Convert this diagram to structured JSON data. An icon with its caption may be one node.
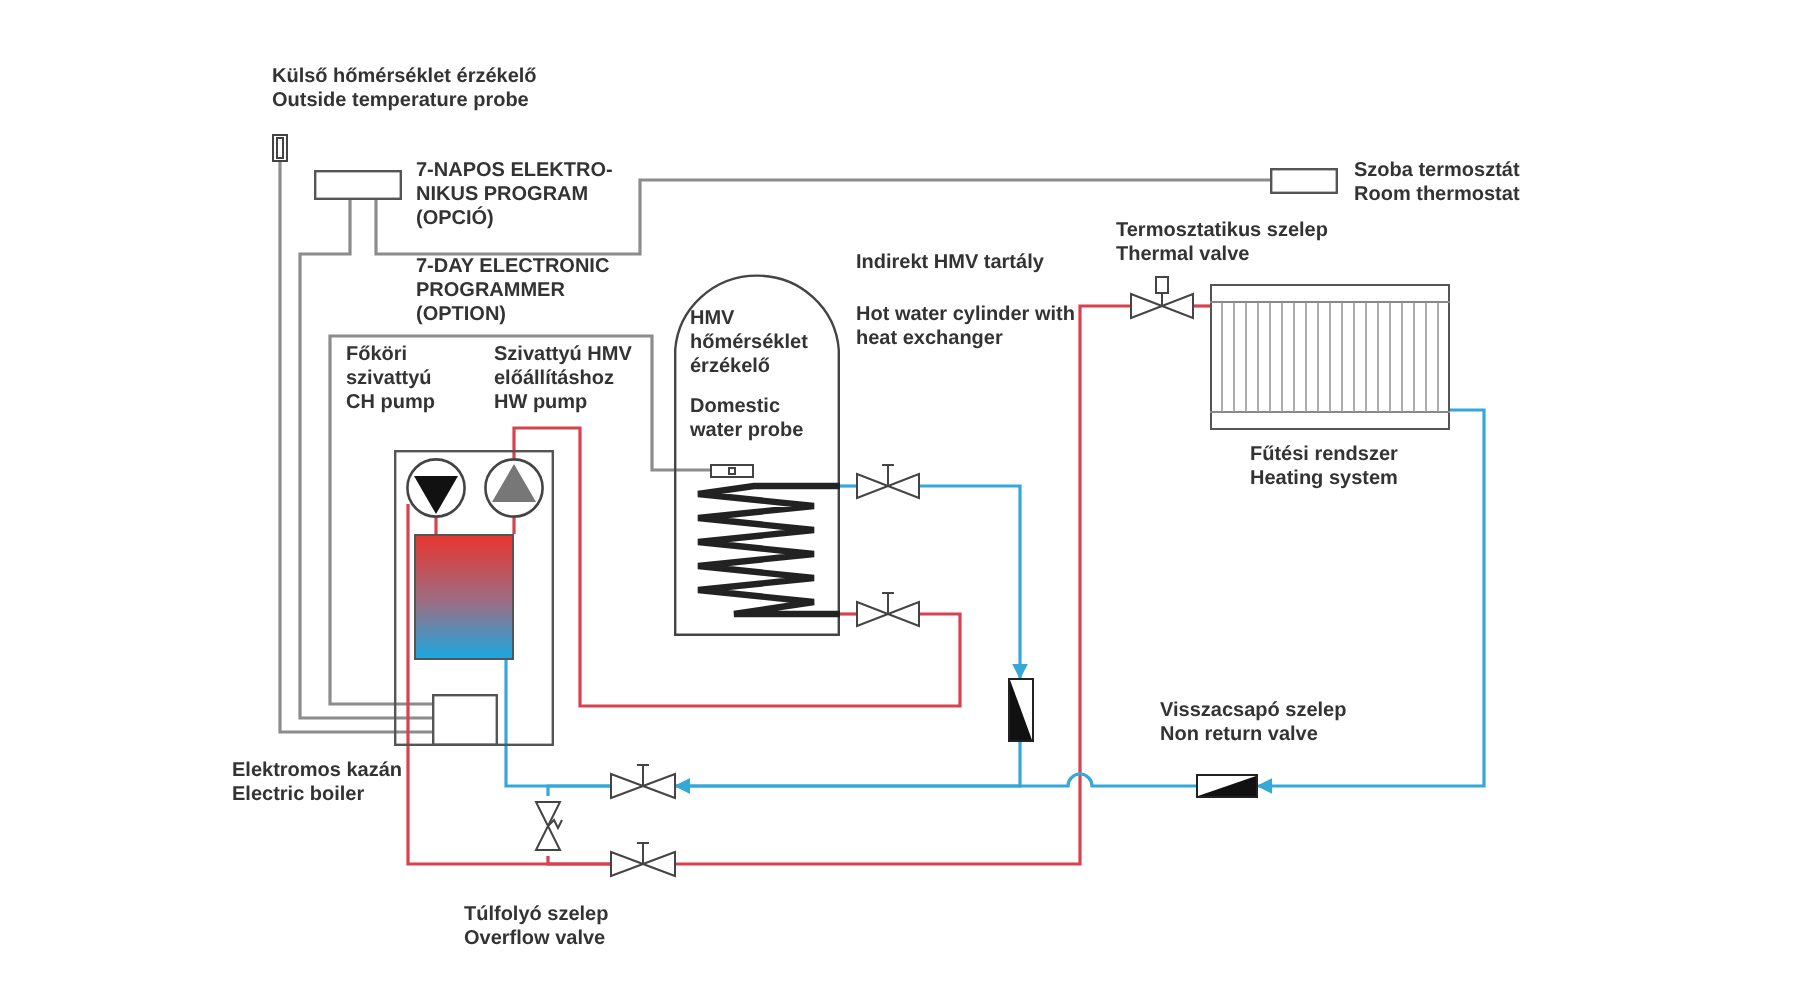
{
  "diagram": {
    "nodes": [
      {
        "text": [
          "Külső hőmérséklet érzékelő",
          "Outside temperature probe"
        ]
      },
      {
        "text": [
          "7-NAPOS ELEKTRO- NIKUS PROGRAM (OPCIÓ)",
          "7-DAY ELECTRONIC PROGRAMMER (OPTION)"
        ]
      },
      {
        "text": [
          "Szoba termosztát",
          "Room thermostat"
        ]
      },
      {
        "text": [
          "Elektromos kazán",
          "Electric boiler"
        ]
      },
      {
        "text": [
          "Főköri szivattyú",
          "CH pump"
        ],
        "in": 3
      },
      {
        "text": [
          "Szivattyú HMV előállításhoz",
          "HW pump"
        ],
        "in": 3
      },
      {
        "text": [],
        "shape": "box",
        "in": 3
      },
      {
        "text": [],
        "shape": "box",
        "in": 3
      },
      {
        "text": [
          "Indirekt HMV tartály",
          "Hot water cylinder with heat exchanger"
        ]
      },
      {
        "text": [
          "HMV hőmérséklet érzékelő",
          "Domestic water probe"
        ],
        "in": 8
      },
      {
        "text": [
          "Termosztatikus szelep",
          "Thermal valve"
        ]
      },
      {
        "text": [
          "Fűtési rendszer",
          "Heating system"
        ]
      },
      {
        "text": [
          "Visszacsapó szelep",
          "Non return valve"
        ]
      },
      {
        "text": [
          "Túlfolyó szelep",
          "Overflow valve"
        ]
      },
      {
        "text": [],
        "shape": "valve"
      },
      {
        "text": [],
        "shape": "valve"
      },
      {
        "text": [],
        "shape": "valve"
      },
      {
        "text": [],
        "shape": "valve"
      },
      {
        "text": [],
        "shape": "valve"
      }
    ],
    "edges": [
      {
        "from": 0,
        "to": 7,
        "arrow": "none",
        "color": "#8c8c8c"
      },
      {
        "from": 1,
        "to": 7,
        "arrow": "none",
        "color": "#8c8c8c"
      },
      {
        "from": 2,
        "to": 1,
        "arrow": "none",
        "color": "#8c8c8c"
      },
      {
        "from": 9,
        "to": 7,
        "arrow": "none",
        "color": "#8c8c8c"
      },
      {
        "from": 6,
        "to": 4,
        "arrow": "none",
        "color": "#d8414e"
      },
      {
        "from": 6,
        "to": 5,
        "arrow": "none",
        "color": "#d8414e"
      },
      {
        "from": 4,
        "to": 17,
        "arrow": "none",
        "color": "#d8414e"
      },
      {
        "from": 17,
        "to": 10,
        "arrow": "none",
        "color": "#d8414e"
      },
      {
        "from": 10,
        "to": 11,
        "arrow": "none",
        "color": "#d8414e"
      },
      {
        "from": 11,
        "to": 12,
        "arrow": "to",
        "color": "#36a7d9"
      },
      {
        "from": 12,
        "to": 16,
        "arrow": "to",
        "color": "#36a7d9"
      },
      {
        "from": 16,
        "to": 6,
        "arrow": "none",
        "color": "#36a7d9"
      },
      {
        "from": 5,
        "to": 15,
        "arrow": "none",
        "color": "#d8414e"
      },
      {
        "from": 15,
        "to": 8,
        "arrow": "none",
        "color": "#d8414e"
      },
      {
        "from": 8,
        "to": 14,
        "arrow": "none",
        "color": "#36a7d9"
      },
      {
        "from": 14,
        "to": 18,
        "arrow": "to",
        "color": "#36a7d9"
      },
      {
        "from": 18,
        "to": 16,
        "arrow": "to",
        "color": "#36a7d9"
      },
      {
        "from": 13,
        "to": 16,
        "arrow": "none",
        "color": "#36a7d9"
      },
      {
        "from": 13,
        "to": 17,
        "arrow": "none",
        "color": "#d8414e"
      }
    ]
  }
}
